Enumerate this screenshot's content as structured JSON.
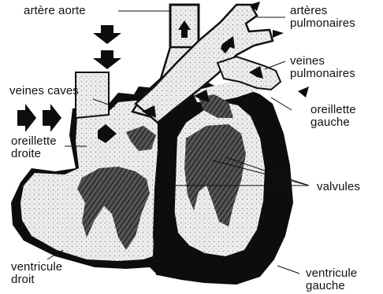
{
  "labels": {
    "artere_aorte": "artère aorte",
    "arteres_pulmonaires_1": "artères",
    "arteres_pulmonaires_2": "pulmonaires",
    "veines_pulmonaires_1": "veines",
    "veines_pulmonaires_2": "pulmonaires",
    "veines_caves": "veines caves",
    "oreillette_gauche_1": "oreillette",
    "oreillette_gauche_2": "gauche",
    "oreillette_droite_1": "oreillette",
    "oreillette_droite_2": "droite",
    "valvules": "valvules",
    "ventricule_droit_1": "ventricule",
    "ventricule_droit_2": "droit",
    "ventricule_gauche_1": "ventricule",
    "ventricule_gauche_2": "gauche"
  },
  "colors": {
    "ink": "#111111",
    "dotted_fill": "#e6e6e6",
    "paper": "#ffffff"
  }
}
